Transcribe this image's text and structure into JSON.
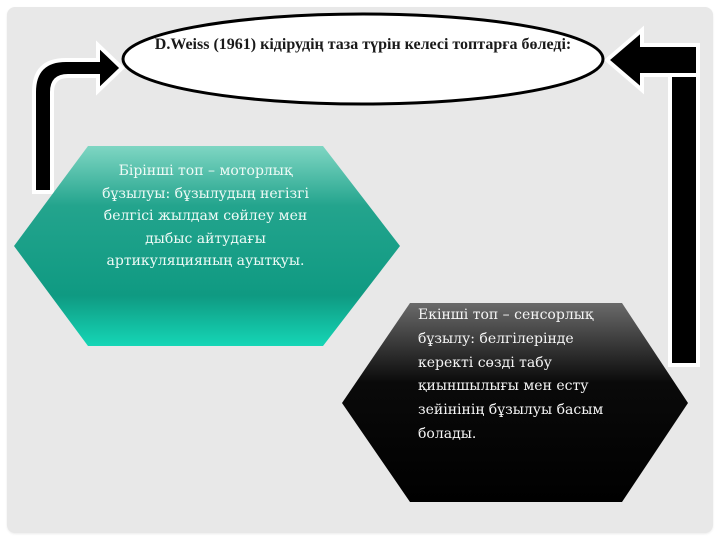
{
  "slide": {
    "title": "D.Weiss (1961) кідірудің таза түрін келесі топтарға бөледі:",
    "groups": [
      {
        "text": "Бірінші топ  –  моторлық бұзылуы: бұзылудың негізгі белгісі жылдам сөйлеу мен дыбыс айтудағы артикуляцияның ауытқуы.",
        "shape": "hexagon",
        "fill_top": "#7fd6c3",
        "fill_mid": "#0f9a82",
        "fill_bottom": "#15d6b6"
      },
      {
        "text": "Екінші топ  – сенсорлық бұзылу: белгілерінде керекті сөзді табу қиыншылығы мен есту зейінінің бұзылуы басым болады.",
        "shape": "hexagon",
        "fill_top": "#6a6a6a",
        "fill_mid": "#000000",
        "fill_bottom": "#000000"
      }
    ],
    "arrows": [
      {
        "name": "left-bent-arrow",
        "direction": "up-then-right",
        "color": "#000000"
      },
      {
        "name": "right-bent-arrow",
        "direction": "up-then-left",
        "color": "#000000"
      }
    ],
    "colors": {
      "panel_background": "#e8e8e8",
      "ellipse_fill": "#ffffff",
      "ellipse_stroke": "#000000"
    }
  }
}
